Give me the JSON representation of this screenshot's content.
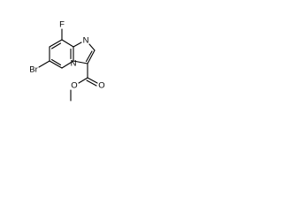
{
  "structure": {
    "atoms": {
      "fluorine": "F",
      "bromine": "Br",
      "ring_nitrogen_top": "N",
      "ring_nitrogen_bridge": "N",
      "carbonyl_oxygen": "O",
      "ester_oxygen": "O"
    }
  },
  "colors": {
    "bond": "#000000",
    "label": "#000000",
    "background": "#ffffff"
  }
}
